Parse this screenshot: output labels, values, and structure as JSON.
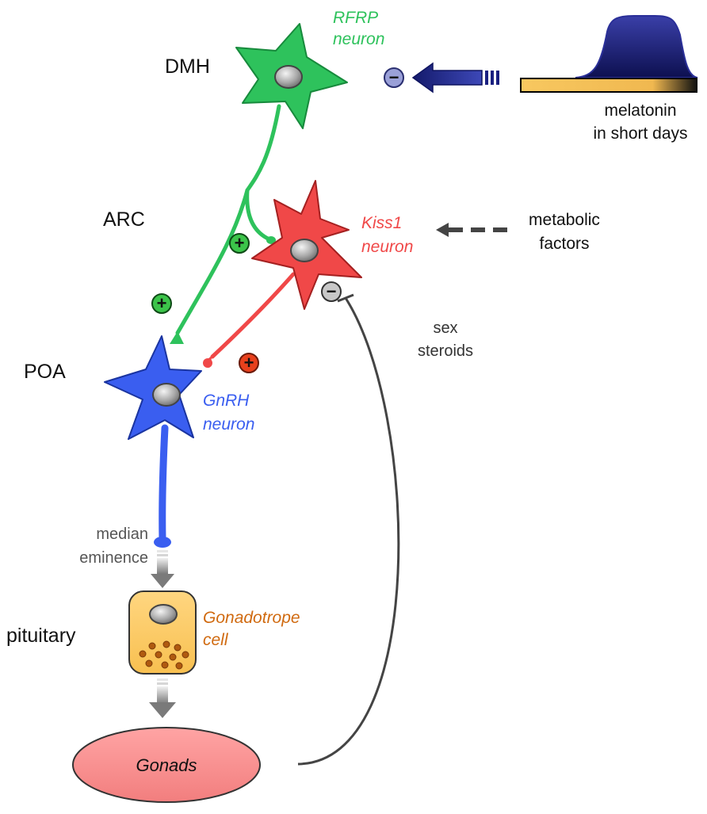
{
  "regions": {
    "dmh": "DMH",
    "arc": "ARC",
    "poa": "POA",
    "pituitary": "pituitary"
  },
  "neurons": {
    "rfrp": {
      "line1": "RFRP",
      "line2": "neuron",
      "color": "#2ec25c"
    },
    "kiss1": {
      "line1": "Kiss1",
      "line2": "neuron",
      "color": "#f04848"
    },
    "gnrh": {
      "line1": "GnRH",
      "line2": "neuron",
      "color": "#3a5ef0"
    }
  },
  "gonadotrope": {
    "line1": "Gonadotrope",
    "line2": "cell",
    "color": "#d06a10"
  },
  "median_eminence": {
    "line1": "median",
    "line2": "eminence"
  },
  "gonads": {
    "label": "Gonads"
  },
  "melatonin": {
    "line1": "melatonin",
    "line2": "in short days"
  },
  "metabolic": {
    "line1": "metabolic",
    "line2": "factors"
  },
  "sex_steroids": {
    "line1": "sex",
    "line2": "steroids"
  },
  "signs": {
    "plus": "+",
    "minus": "−"
  }
}
